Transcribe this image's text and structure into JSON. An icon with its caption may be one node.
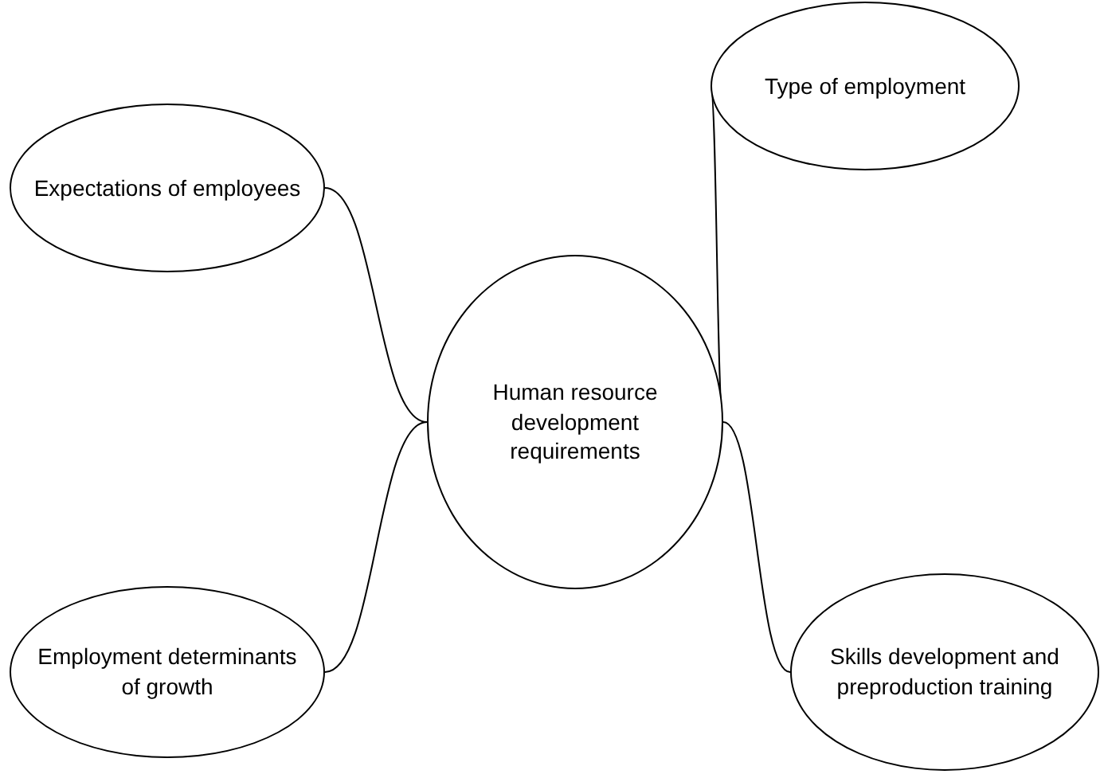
{
  "diagram": {
    "nodes": [
      {
        "text": [
          "Human resource development requirements"
        ]
      },
      {
        "text": [
          "Expectations of employees"
        ]
      },
      {
        "text": [
          "Type of employment"
        ]
      },
      {
        "text": [
          "Employment determinants of growth"
        ]
      },
      {
        "text": [
          "Skills development and preproduction training"
        ]
      }
    ],
    "edges": [
      {
        "from": 0,
        "to": 1,
        "arrow": "none"
      },
      {
        "from": 0,
        "to": 2,
        "arrow": "none"
      },
      {
        "from": 0,
        "to": 3,
        "arrow": "none"
      },
      {
        "from": 0,
        "to": 4,
        "arrow": "none"
      }
    ]
  }
}
